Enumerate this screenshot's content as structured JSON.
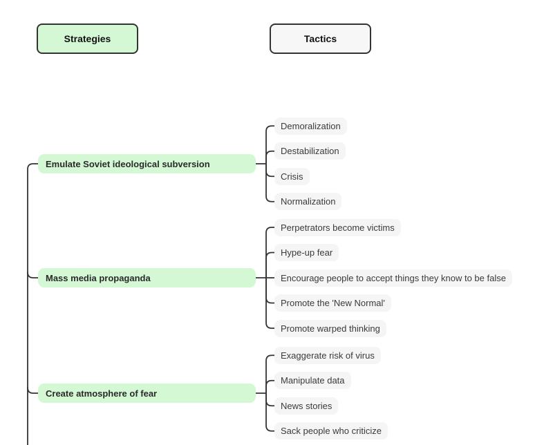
{
  "headers": {
    "strategies": "Strategies",
    "tactics": "Tactics"
  },
  "colors": {
    "strategy_fill": "#d4f7d4",
    "tactic_fill": "#f5f5f5",
    "header_tactics_fill": "#f7f7f7",
    "line": "#333333"
  },
  "strategies": [
    {
      "label": "Emulate Soviet ideological subversion",
      "tactics": [
        "Demoralization",
        "Destabilization",
        "Crisis",
        "Normalization"
      ]
    },
    {
      "label": "Mass media propaganda",
      "tactics": [
        "Perpetrators become victims",
        "Hype-up fear",
        "Encourage people to accept things they know to be false",
        "Promote the 'New Normal'",
        "Promote warped thinking"
      ]
    },
    {
      "label": "Create atmosphere of fear",
      "tactics": [
        "Exaggerate risk of virus",
        "Manipulate data",
        "News stories",
        "Sack people who criticize"
      ]
    }
  ]
}
